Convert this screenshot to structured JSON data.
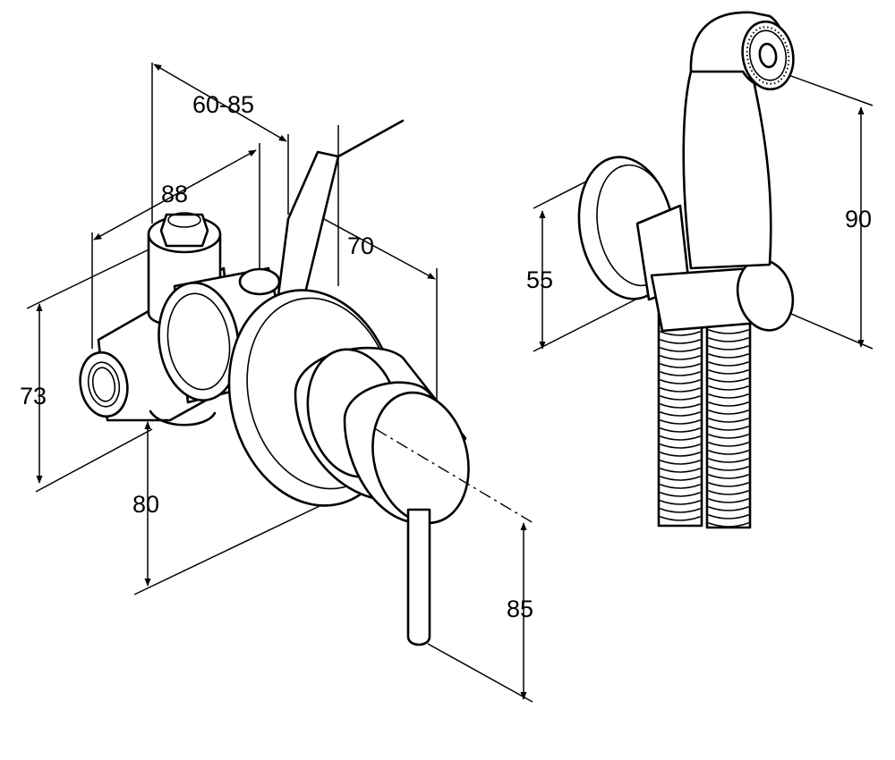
{
  "dimensions": {
    "d_60_85": "60-85",
    "d_88": "88",
    "d_70": "70",
    "d_73": "73",
    "d_80": "80",
    "d_85": "85",
    "d_55": "55",
    "d_90": "90"
  },
  "colors": {
    "line": "#000000",
    "background": "#ffffff"
  }
}
